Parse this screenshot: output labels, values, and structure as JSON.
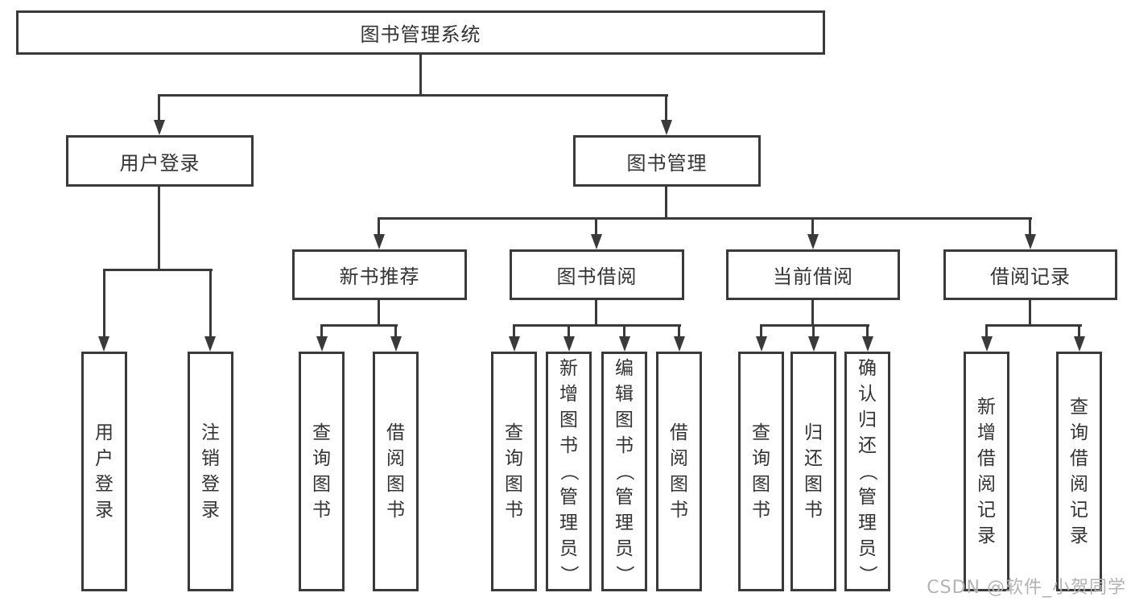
{
  "tree": {
    "root": {
      "label": "图书管理系统",
      "children": [
        {
          "label": "用户登录",
          "children": [
            {
              "label": "用户登录"
            },
            {
              "label": "注销登录"
            }
          ]
        },
        {
          "label": "图书管理",
          "children": [
            {
              "label": "新书推荐",
              "children": [
                {
                  "label": "查询图书"
                },
                {
                  "label": "借阅图书"
                }
              ]
            },
            {
              "label": "图书借阅",
              "children": [
                {
                  "label": "查询图书"
                },
                {
                  "label": "新增图书（管理员）"
                },
                {
                  "label": "编辑图书（管理员）"
                },
                {
                  "label": "借阅图书"
                }
              ]
            },
            {
              "label": "当前借阅",
              "children": [
                {
                  "label": "查询图书"
                },
                {
                  "label": "归还图书"
                },
                {
                  "label": "确认归还（管理员）"
                }
              ]
            },
            {
              "label": "借阅记录",
              "children": [
                {
                  "label": "新增借阅记录"
                },
                {
                  "label": "查询借阅记录"
                }
              ]
            }
          ]
        }
      ]
    }
  },
  "watermark": "CSDN @软件_小贺同学",
  "colors": {
    "line": "#3a3a3a",
    "text": "#333333",
    "watermark": "#b3b3b3",
    "background": "#ffffff"
  }
}
